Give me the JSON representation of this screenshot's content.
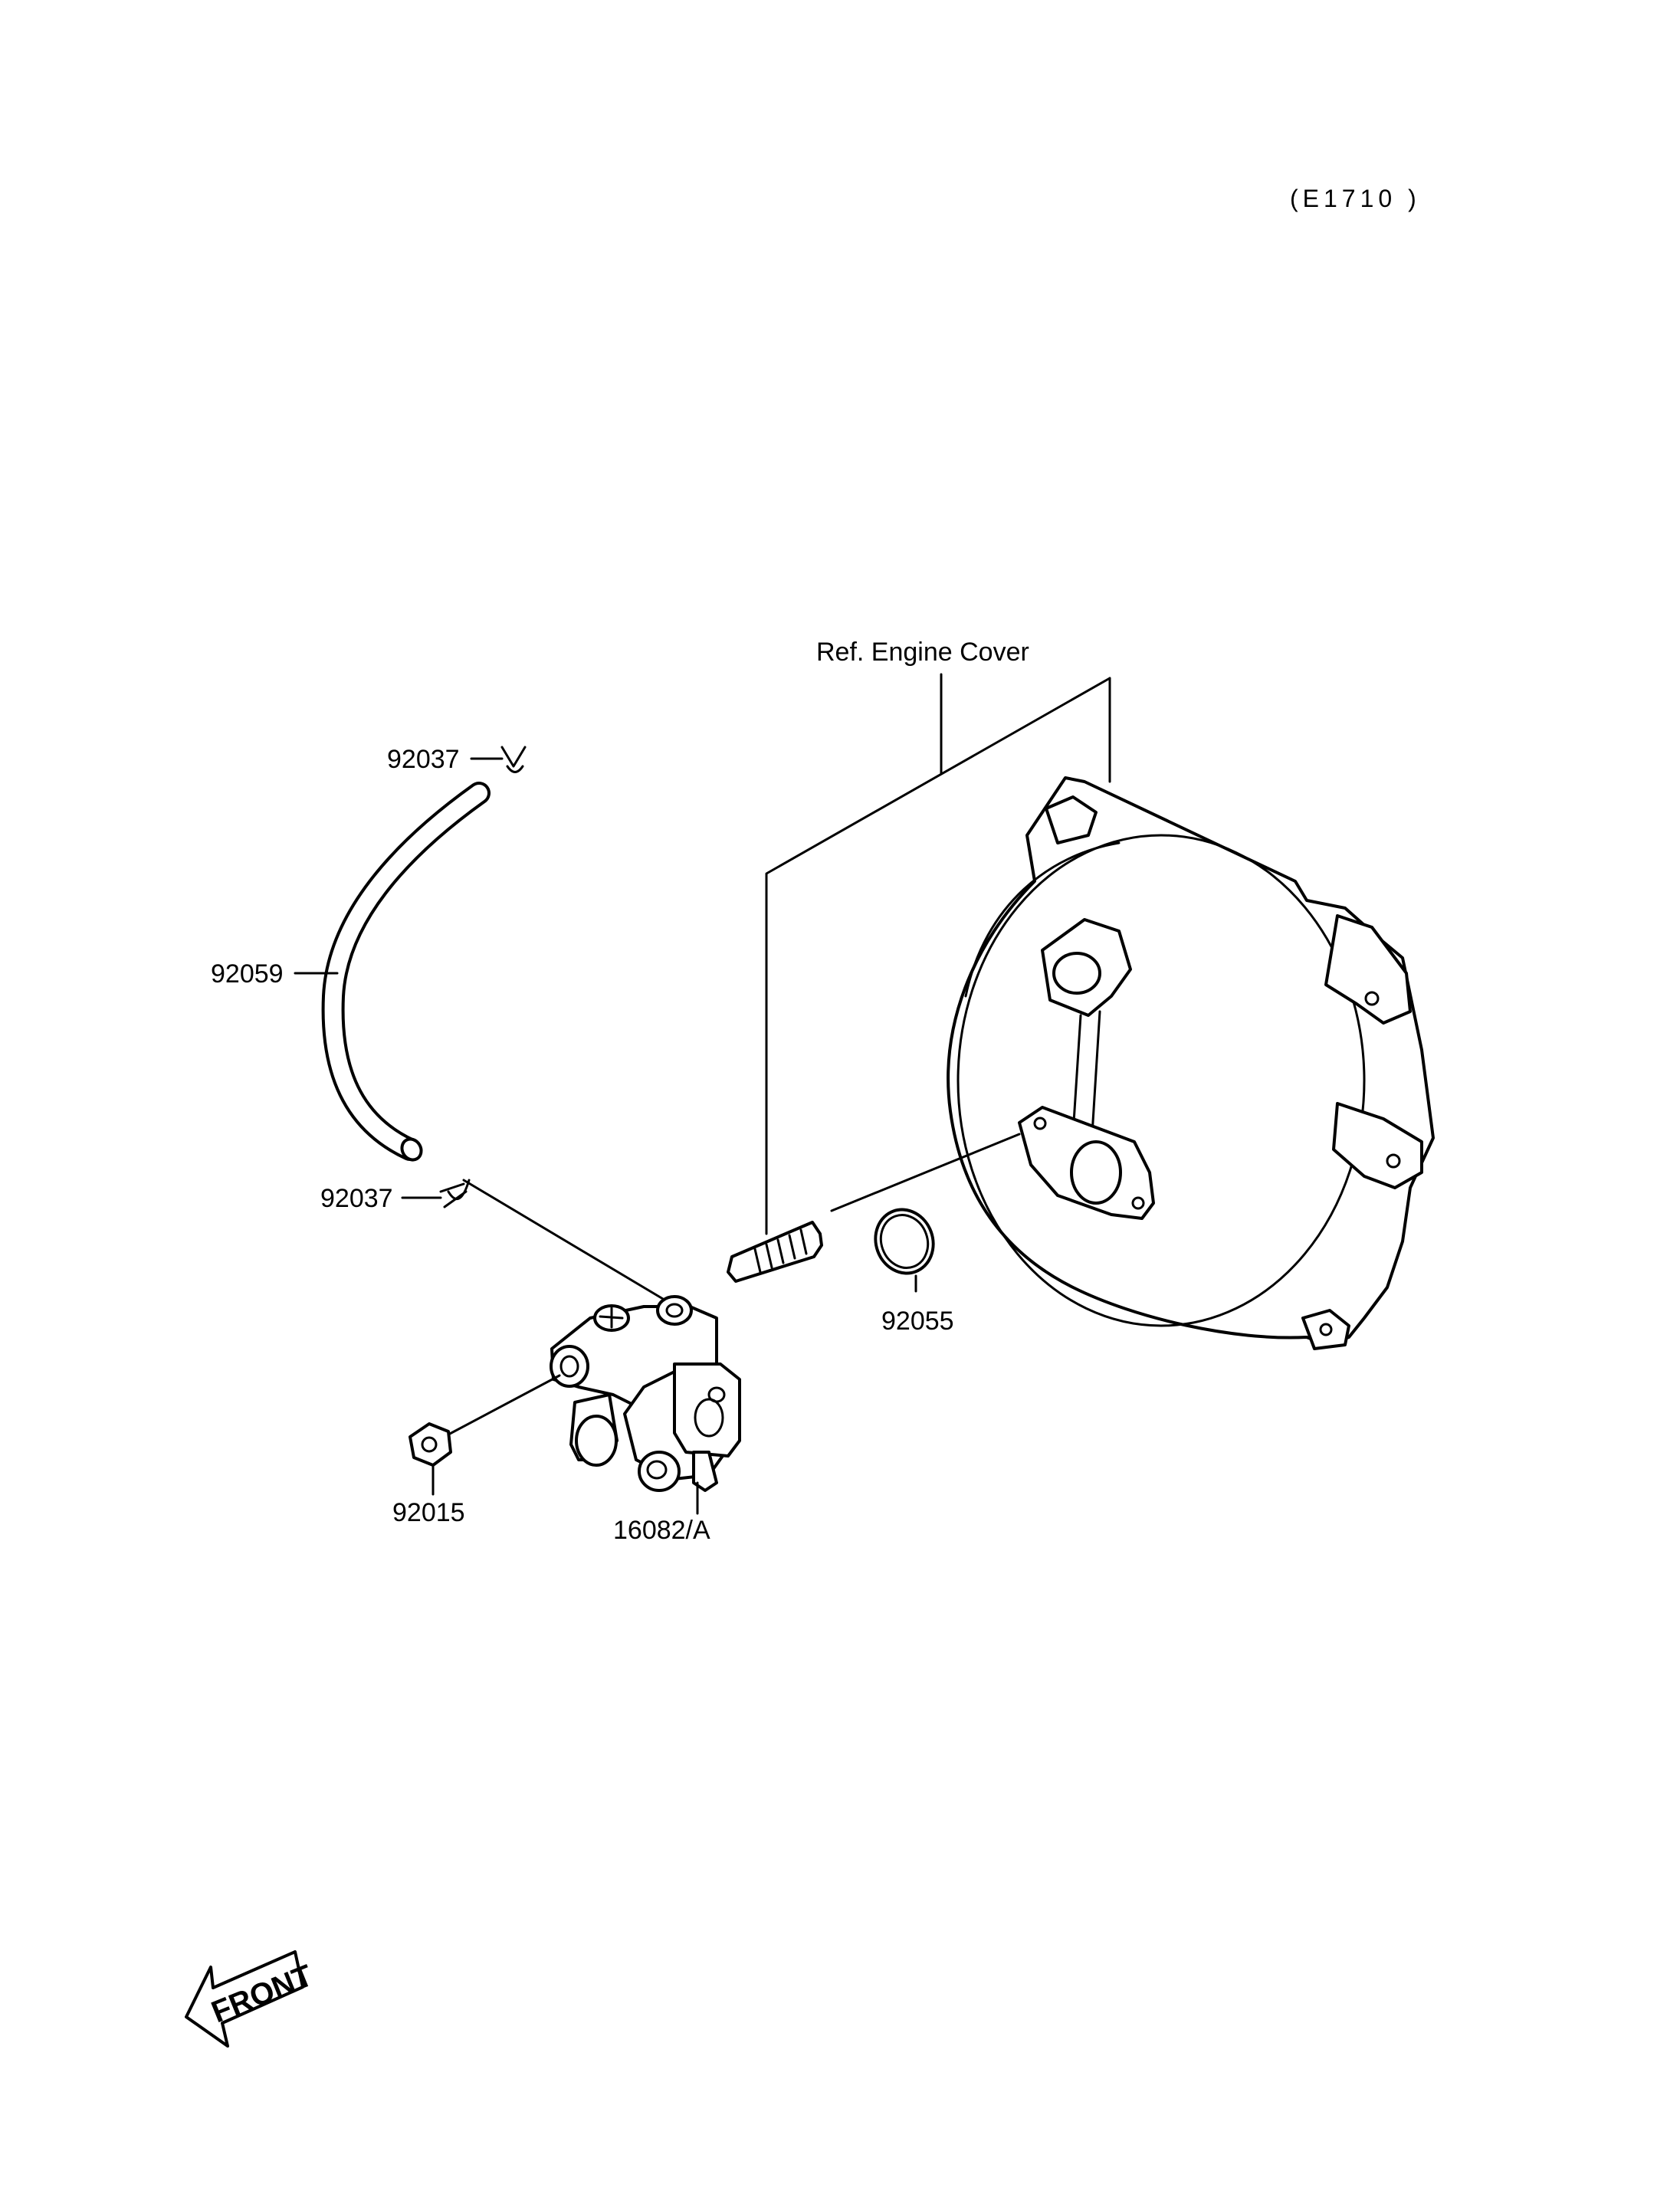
{
  "diagram_code": "(E1710 )",
  "reference_label": "Ref. Engine Cover",
  "parts": {
    "clamp_upper": "92037",
    "hose": "92059",
    "clamp_lower": "92037",
    "o_ring": "92055",
    "nut": "92015",
    "oil_pump": "16082/A"
  },
  "front_marker": "FRONT"
}
